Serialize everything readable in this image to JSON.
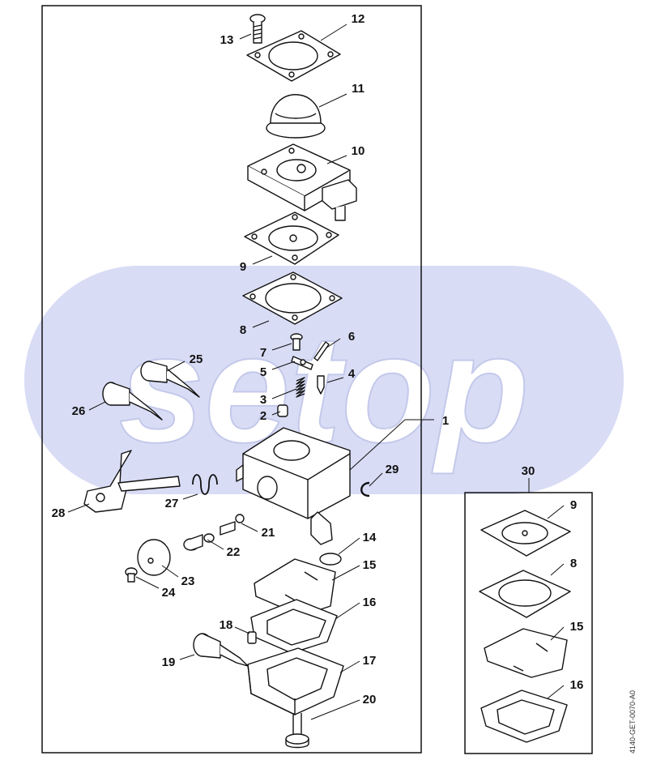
{
  "watermark": "setop",
  "doc_code": "4140-GET-0070-A0",
  "colors": {
    "watermark_fill": "#d8dcf5",
    "line": "#111111",
    "part_fill": "#ffffff",
    "part_shade": "#cfcfcf"
  },
  "labels": {
    "p1": "1",
    "p2": "2",
    "p3": "3",
    "p4": "4",
    "p5": "5",
    "p6": "6",
    "p7": "7",
    "p8": "8",
    "p9": "9",
    "p10": "10",
    "p11": "11",
    "p12": "12",
    "p13": "13",
    "p14": "14",
    "p15": "15",
    "p16": "16",
    "p17": "17",
    "p18": "18",
    "p19": "19",
    "p20": "20",
    "p21": "21",
    "p22": "22",
    "p23": "23",
    "p24": "24",
    "p25": "25",
    "p26": "26",
    "p27": "27",
    "p28": "28",
    "p29": "29",
    "p30": "30",
    "kit9": "9",
    "kit8": "8",
    "kit15": "15",
    "kit16": "16"
  }
}
